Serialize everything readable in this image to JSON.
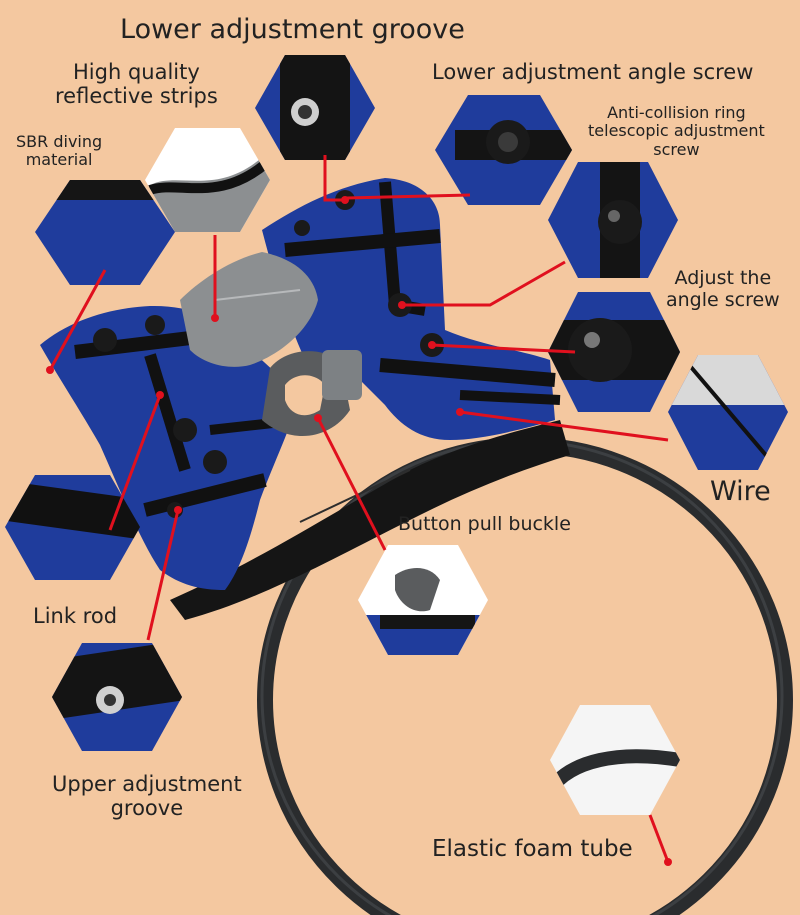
{
  "labels": {
    "lower_adjustment_groove": "Lower adjustment groove",
    "high_quality_reflective_strips": [
      "High quality",
      "reflective strips"
    ],
    "lower_adjustment_angle_screw": "Lower adjustment angle screw",
    "sbr_diving_material": [
      "SBR diving",
      "material"
    ],
    "anti_collision_ring": [
      "Anti-collision ring",
      "telescopic adjustment",
      "screw"
    ],
    "adjust_the_angle_screw": [
      "Adjust the",
      "angle screw"
    ],
    "wire": "Wire",
    "button_pull_buckle": "Button pull buckle",
    "link_rod": "Link rod",
    "upper_adjustment_groove": [
      "Upper adjustment",
      "groove"
    ],
    "elastic_foam_tube": "Elastic foam tube"
  },
  "colors": {
    "background": "#f4c8a0",
    "leader_line": "#e0101e",
    "brace_blue": "#1f3c9c",
    "strap_black": "#1a1a1a",
    "reflective_grey": "#8c8f91",
    "tube_black": "#2a2c2e"
  }
}
